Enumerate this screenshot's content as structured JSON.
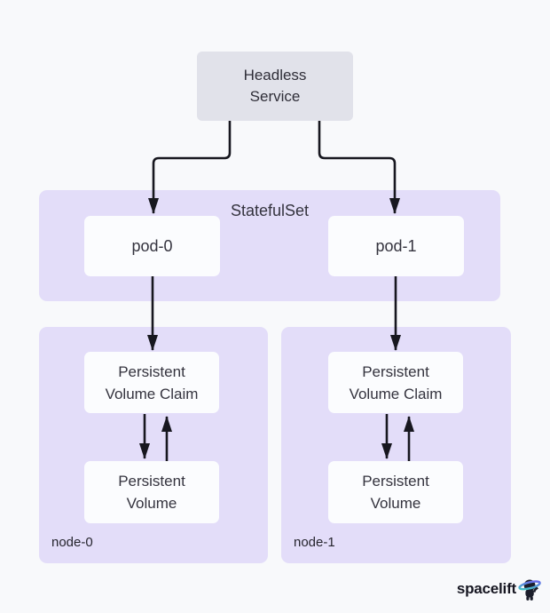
{
  "diagram": {
    "headless_service": {
      "label": "Headless\nService"
    },
    "statefulset": {
      "label": "StatefulSet",
      "pods": [
        {
          "label": "pod-0"
        },
        {
          "label": "pod-1"
        }
      ]
    },
    "nodes": [
      {
        "label": "node-0",
        "pvc_label": "Persistent\nVolume Claim",
        "pv_label": "Persistent\nVolume"
      },
      {
        "label": "node-1",
        "pvc_label": "Persistent\nVolume Claim",
        "pv_label": "Persistent\nVolume"
      }
    ]
  },
  "branding": {
    "wordmark": "spacelift",
    "icon": "spacelift-astronaut-saturn-icon"
  },
  "colors": {
    "background": "#f8f9fb",
    "container_purple": "#e3ddf9",
    "white_box": "#fbfcfe",
    "service_box_gray": "#e1e2ea",
    "text_dark": "#34333e",
    "arrow": "#17171f",
    "logo_text": "#171722",
    "ring_teal": "#3ecfc0",
    "ring_purple": "#6f5bf0"
  }
}
